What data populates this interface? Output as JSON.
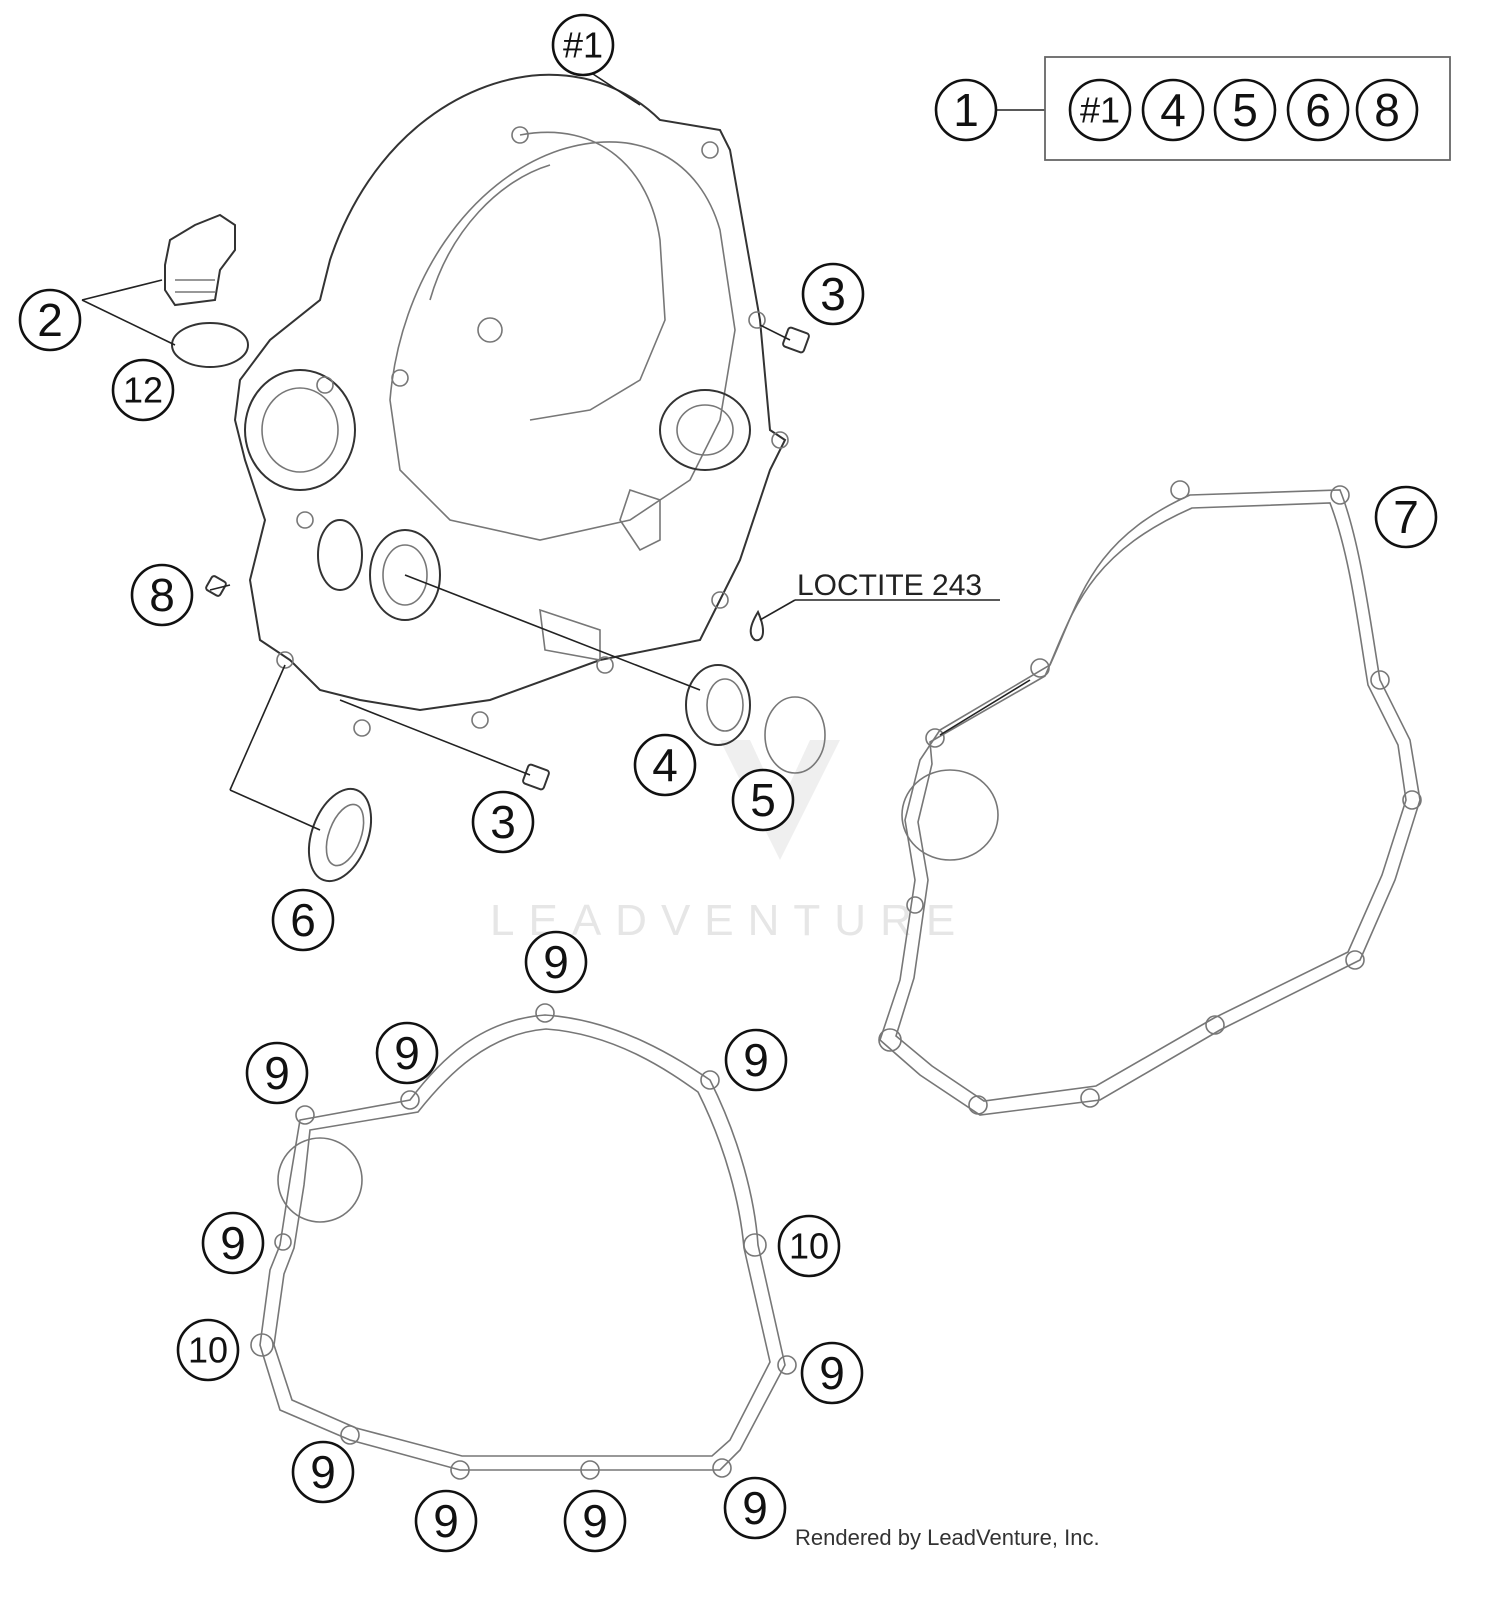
{
  "callouts": {
    "c_top_ref": "#1",
    "c_kit_1": "1",
    "c_kit_ref": "#1",
    "c_kit_4": "4",
    "c_kit_5": "5",
    "c_kit_6": "6",
    "c_kit_8": "8",
    "c_2": "2",
    "c_12": "12",
    "c_3_top": "3",
    "c_8": "8",
    "c_7": "7",
    "c_4": "4",
    "c_5": "5",
    "c_3_bottom": "3",
    "c_6": "6",
    "c_9_a": "9",
    "c_9_b": "9",
    "c_9_c": "9",
    "c_9_d": "9",
    "c_9_e": "9",
    "c_9_f": "9",
    "c_9_g": "9",
    "c_9_h": "9",
    "c_9_i": "9",
    "c_9_j": "9",
    "c_10_a": "10",
    "c_10_b": "10"
  },
  "annotation": "LOCTITE 243",
  "watermark": "LEADVENTURE",
  "credit": "Rendered by LeadVenture, Inc."
}
